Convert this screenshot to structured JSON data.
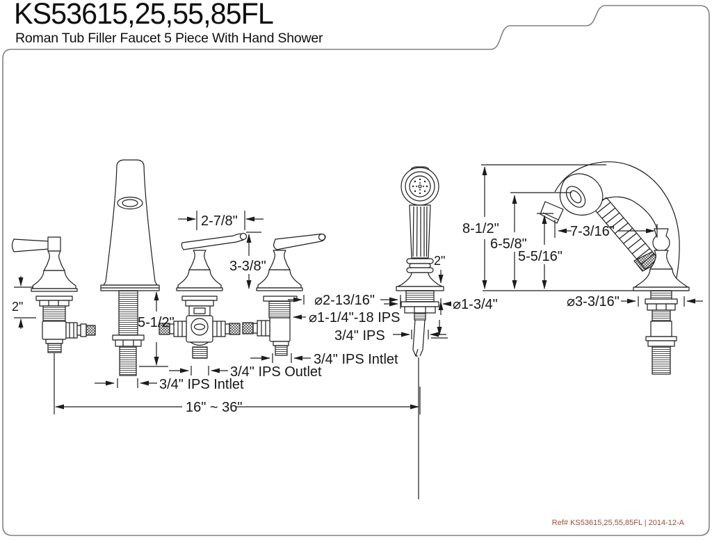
{
  "header": {
    "model": "KS53615,25,55,85FL",
    "subtitle": "Roman Tub Filler Faucet 5 Piece With Hand Shower"
  },
  "footer": {
    "ref": "Ref# KS53615,25,55,85FL | 2014-12-A"
  },
  "colors": {
    "line": "#1c1c1c",
    "border": "#808080",
    "ref_text": "#9d4b38",
    "background": "#ffffff"
  },
  "labels": {
    "deck_thickness": "2\"",
    "lever_width": "2-7/8\"",
    "handle_height": "3-3/8\"",
    "spout_shank": "5-1/2\"",
    "escutcheon_dia": "⌀2-13/16\"",
    "shank_thread": "⌀1-1/4\"-18 IPS",
    "hose_thread": "3/4\" IPS",
    "inlet_right": "3/4\" IPS Intlet",
    "outlet_bottom": "3/4\" IPS Outlet",
    "inlet_left": "3/4\" IPS Intlet",
    "spread": "16\" ~ 36\"",
    "shower_post": "2\"",
    "shower_shank_dia": "⌀1-3/4\"",
    "dock_height": "8-1/2\"",
    "head_height": "6-5/8\"",
    "spray_height": "5-5/16\"",
    "reach": "7-3/16\"",
    "cradle_dia": "⌀3-3/16\""
  }
}
